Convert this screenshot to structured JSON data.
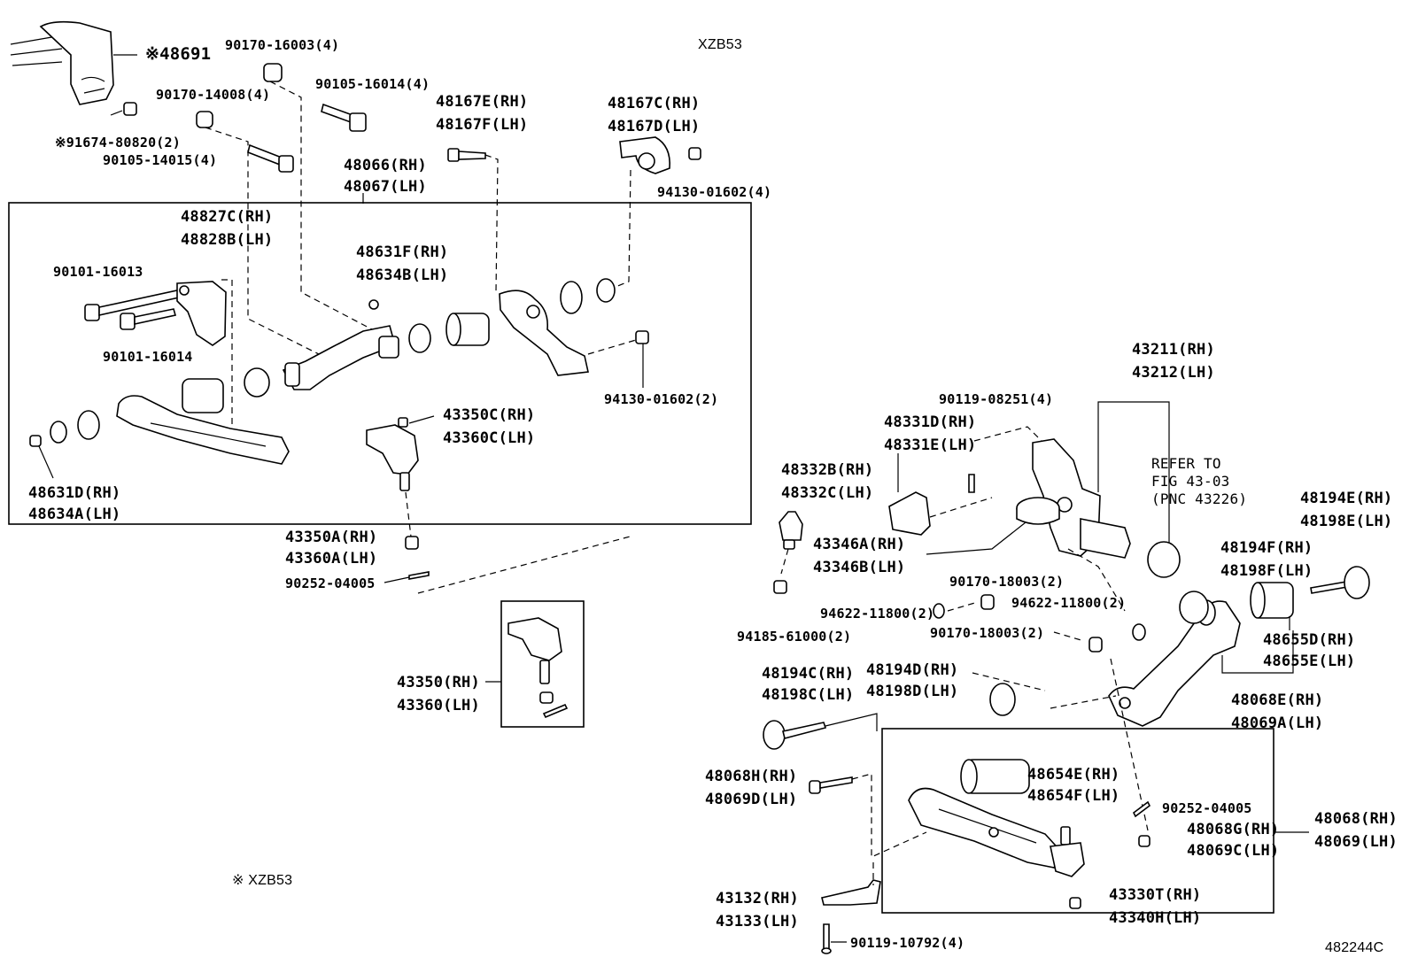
{
  "diagram": {
    "model_code": "XZB53",
    "footnote": "※ XZB53",
    "figure_id": "482244C",
    "refer_note": {
      "line1": "REFER TO",
      "line2": "FIG 43-03",
      "line3": "(PNC 43226)"
    },
    "labels": {
      "p48691": "※48691",
      "p90170_16003": "90170-16003(4)",
      "p90105_16014": "90105-16014(4)",
      "p90170_14008": "90170-14008(4)",
      "p91674_80820": "※91674-80820(2)",
      "p90105_14015": "90105-14015(4)",
      "p48167e": "48167E(RH)",
      "p48167f": "48167F(LH)",
      "p48167c": "48167C(RH)",
      "p48167d": "48167D(LH)",
      "p94130_01602_4": "94130-01602(4)",
      "p48066": "48066(RH)",
      "p48067": "48067(LH)",
      "p48827c": "48827C(RH)",
      "p48828b": "48828B(LH)",
      "p90101_16013": "90101-16013",
      "p90101_16014": "90101-16014",
      "p48631f": "48631F(RH)",
      "p48634b": "48634B(LH)",
      "p94130_01602_2": "94130-01602(2)",
      "p43350c": "43350C(RH)",
      "p43360c": "43360C(LH)",
      "p48631d": "48631D(RH)",
      "p48634a": "48634A(LH)",
      "p43350a": "43350A(RH)",
      "p43360a": "43360A(LH)",
      "p90252_04005_a": "90252-04005",
      "p43350": "43350(RH)",
      "p43360": "43360(LH)",
      "p43211": "43211(RH)",
      "p43212": "43212(LH)",
      "p90119_08251": "90119-08251(4)",
      "p48331d": "48331D(RH)",
      "p48331e": "48331E(LH)",
      "p48332b": "48332B(RH)",
      "p48332c": "48332C(LH)",
      "p43346a": "43346A(RH)",
      "p43346b": "43346B(LH)",
      "p90170_18003_a": "90170-18003(2)",
      "p94622_11800_a": "94622-11800(2)",
      "p94622_11800_b": "94622-11800(2)",
      "p94185_61000": "94185-61000(2)",
      "p90170_18003_b": "90170-18003(2)",
      "p48194e": "48194E(RH)",
      "p48198e": "48198E(LH)",
      "p48194f": "48194F(RH)",
      "p48198f": "48198F(LH)",
      "p48655d": "48655D(RH)",
      "p48655e": "48655E(LH)",
      "p48068e": "48068E(RH)",
      "p48069a": "48069A(LH)",
      "p48194c": "48194C(RH)",
      "p48198c": "48198C(LH)",
      "p48194d": "48194D(RH)",
      "p48198d": "48198D(LH)",
      "p48068h": "48068H(RH)",
      "p48069d": "48069D(LH)",
      "p48654e": "48654E(RH)",
      "p48654f": "48654F(LH)",
      "p90252_04005_b": "90252-04005",
      "p48068g": "48068G(RH)",
      "p48069c": "48069C(LH)",
      "p48068": "48068(RH)",
      "p48069": "48069(LH)",
      "p43132": "43132(RH)",
      "p43133": "43133(LH)",
      "p43330t": "43330T(RH)",
      "p43340h": "43340H(LH)",
      "p90119_10792": "90119-10792(4)"
    }
  }
}
